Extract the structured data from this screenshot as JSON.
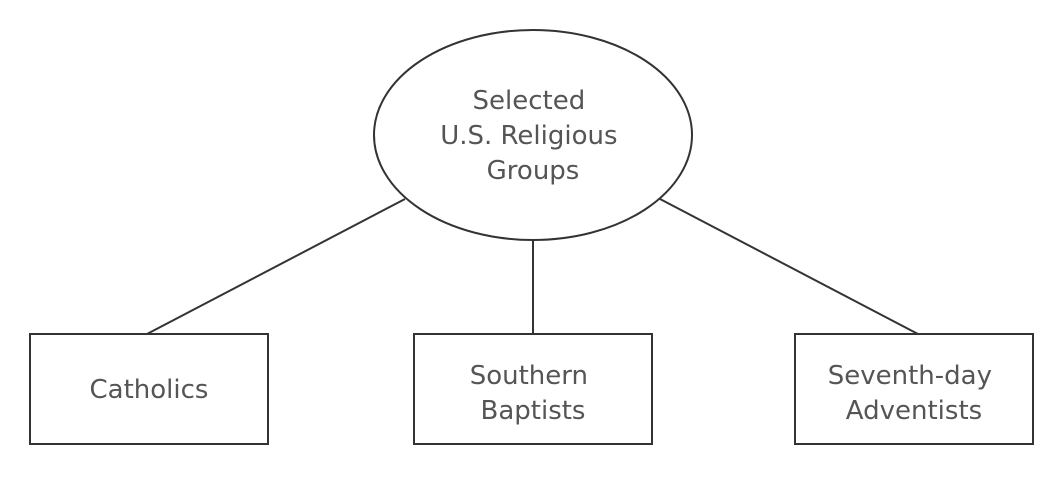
{
  "diagram": {
    "root": {
      "lines": [
        "Selected",
        "U.S. Religious",
        "Groups"
      ]
    },
    "children": [
      {
        "id": "catholics",
        "lines": [
          "Catholics"
        ]
      },
      {
        "id": "southern-baptists",
        "lines": [
          "Southern",
          "Baptists"
        ]
      },
      {
        "id": "seventh-day-adventists",
        "lines": [
          "Seventh-day",
          "Adventists"
        ]
      }
    ]
  }
}
